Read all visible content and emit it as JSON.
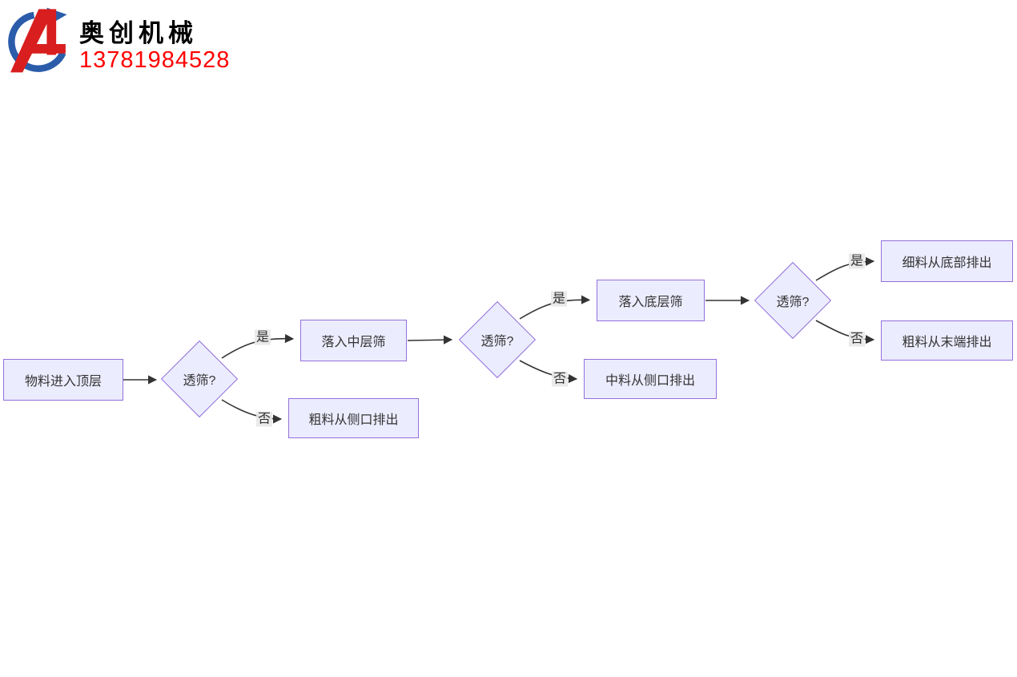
{
  "header": {
    "company_name": "奥创机械",
    "phone": "13781984528",
    "logo": {
      "icon": "stylized-A-with-circle-arrow",
      "red": "#d81e1e",
      "blue": "#2a5caa"
    }
  },
  "flowchart": {
    "nodes": {
      "start": "物料进入顶层",
      "decision1": "透筛?",
      "mid_screen": "落入中层筛",
      "coarse_side_out": "粗料从侧口排出",
      "decision2": "透筛?",
      "bottom_screen": "落入底层筛",
      "medium_side_out": "中料从侧口排出",
      "decision3": "透筛?",
      "fine_bottom_out": "细料从底部排出",
      "coarse_end_out": "粗料从末端排出"
    },
    "edge_labels": {
      "yes1": "是",
      "no1": "否",
      "yes2": "是",
      "no2": "否",
      "yes3": "是",
      "no3": "否"
    },
    "colors": {
      "node_fill": "#ECECFF",
      "node_border": "#9370DB",
      "edge": "#333333",
      "edge_label_bg": "#e8e8e8"
    }
  }
}
